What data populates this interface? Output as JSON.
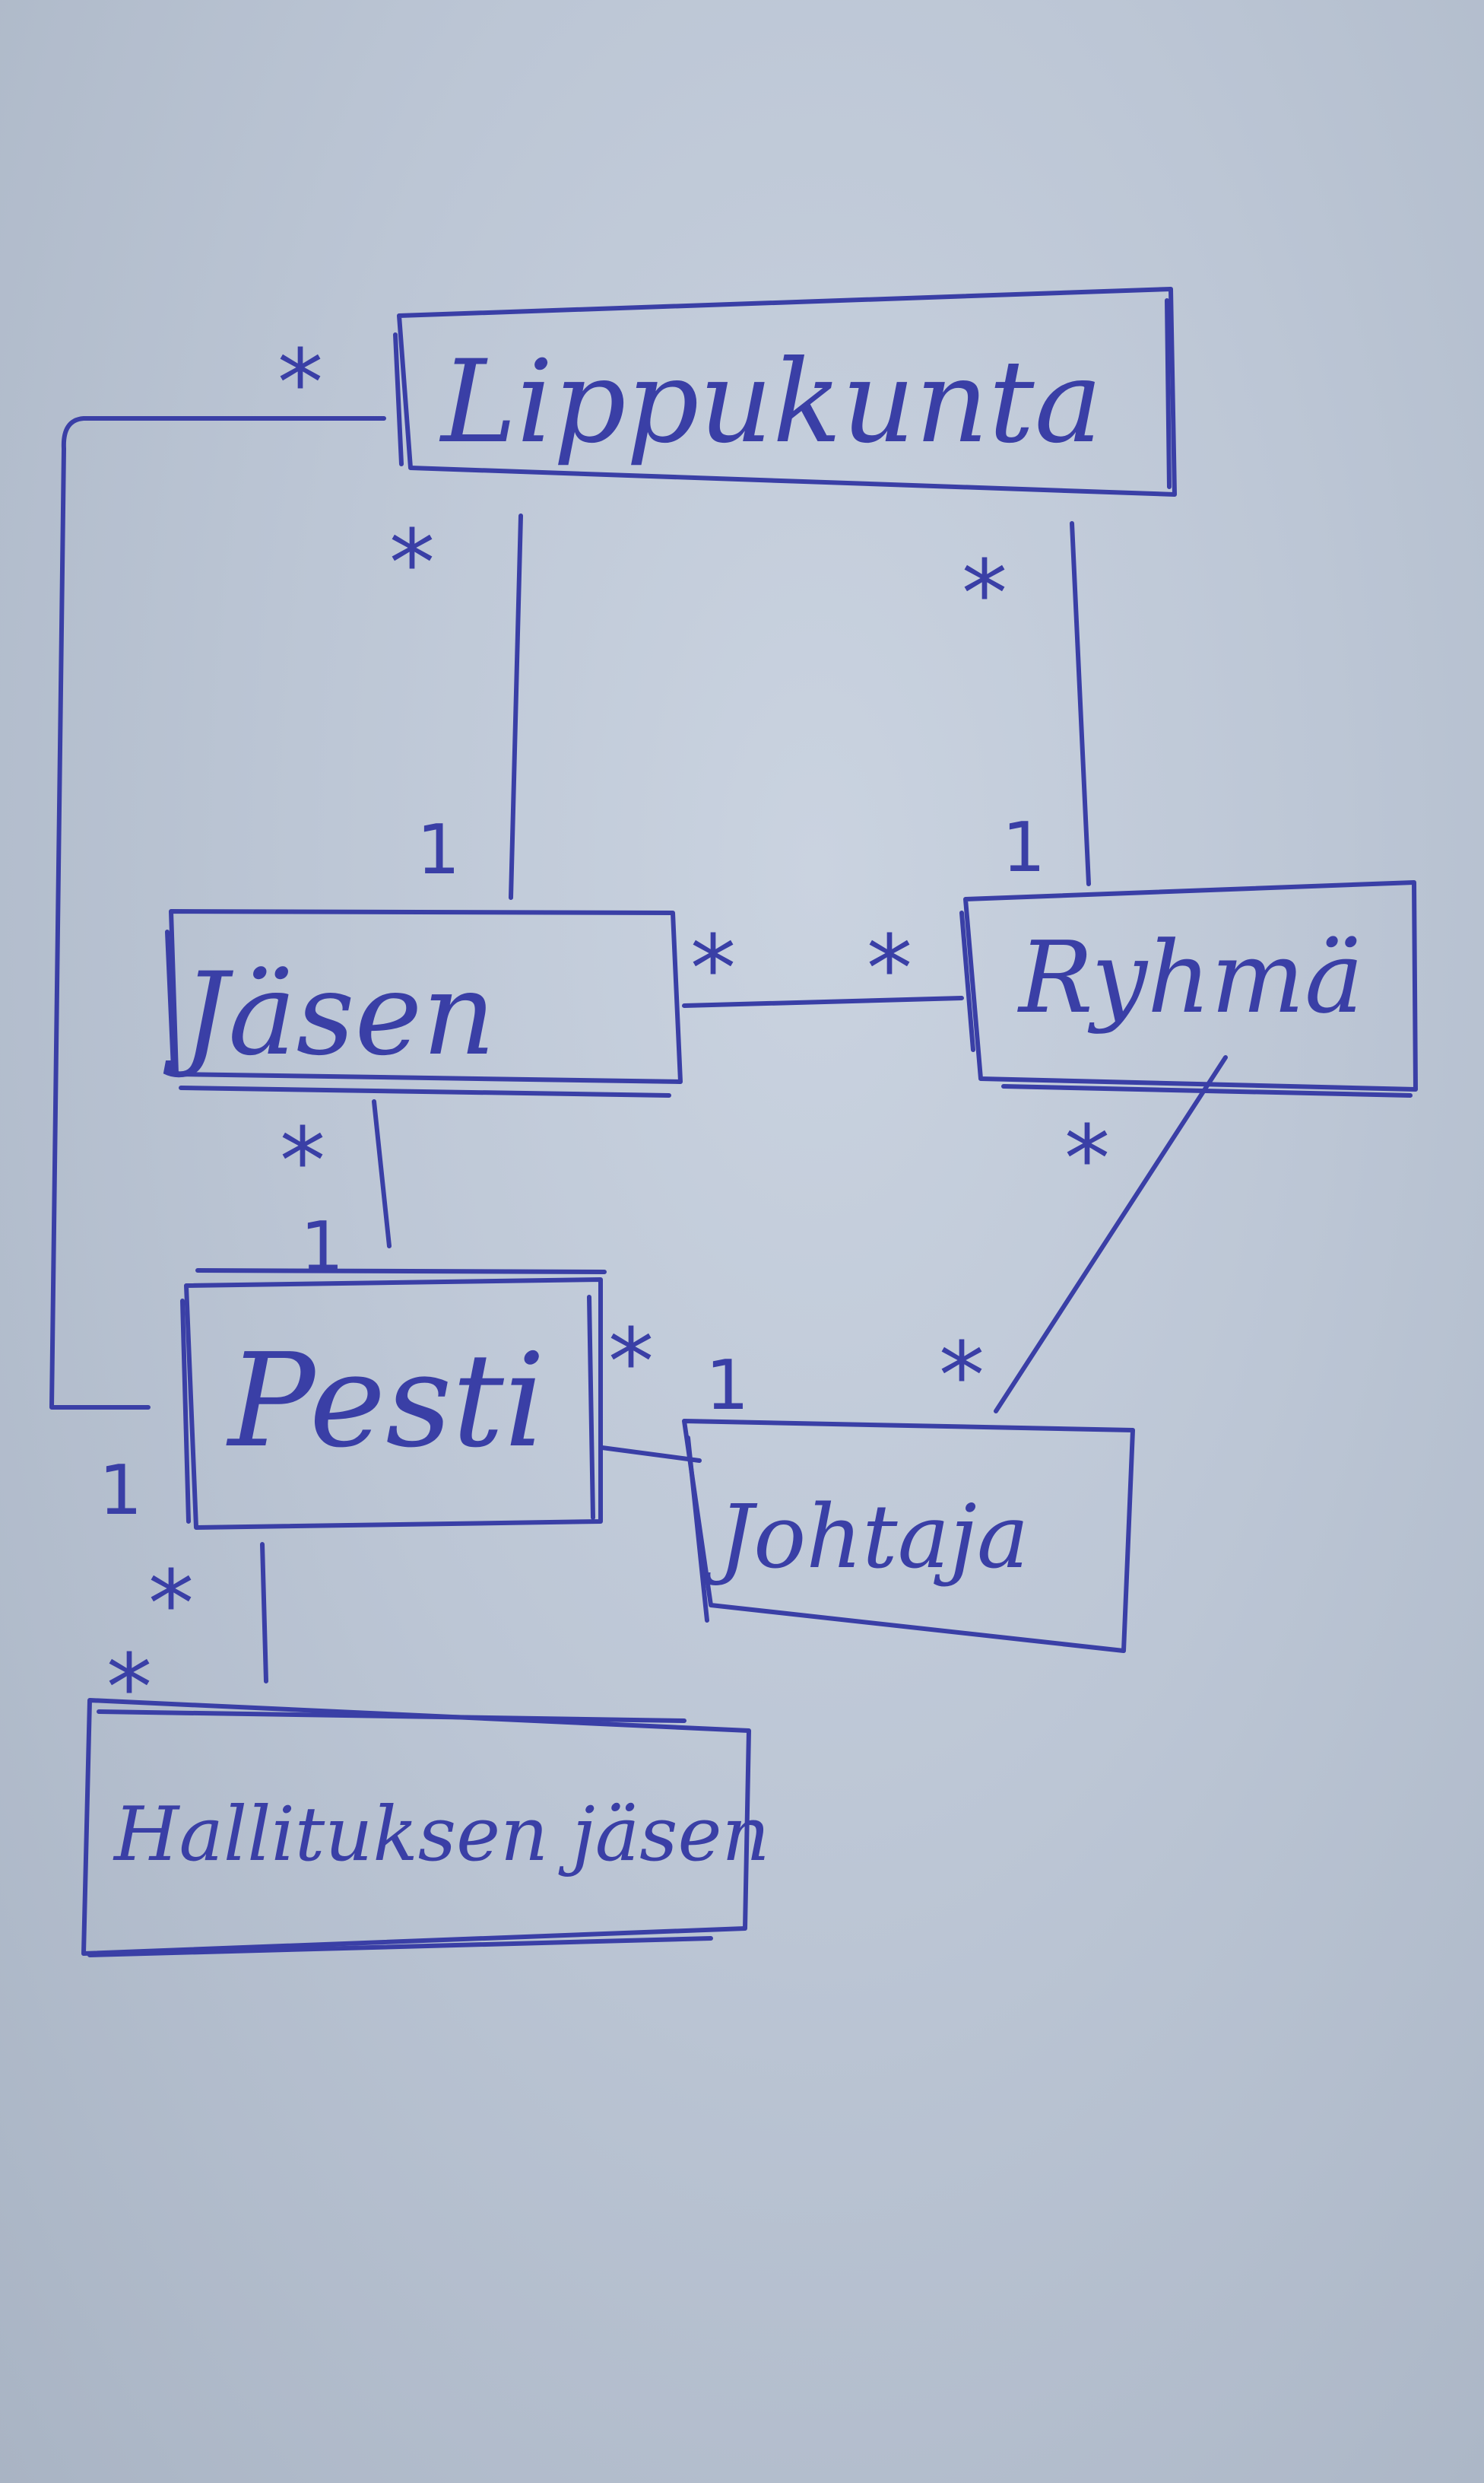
{
  "diagram": {
    "ink_color": "#3a3fa6",
    "paper_color": "#c4cddb",
    "classes": {
      "lippukunta": "Lippukunta",
      "jasen": "Jäsen",
      "ryhma": "Ryhmä",
      "pesti": "Pesti",
      "johtaja": "Johtaja",
      "hallituksen_jasen": "Hallituksen jäsen"
    },
    "associations": [
      {
        "name": "lippukunta-pesti",
        "from": "Lippukunta",
        "to": "Pesti",
        "from_mult": "*",
        "to_mult": "1"
      },
      {
        "name": "lippukunta-jasen",
        "from": "Lippukunta",
        "to": "Jäsen",
        "from_mult": "*",
        "to_mult": "1"
      },
      {
        "name": "lippukunta-ryhma",
        "from": "Lippukunta",
        "to": "Ryhmä",
        "from_mult": "*",
        "to_mult": "1"
      },
      {
        "name": "jasen-ryhma",
        "from": "Jäsen",
        "to": "Ryhmä",
        "from_mult": "*",
        "to_mult": "*"
      },
      {
        "name": "jasen-pesti",
        "from": "Jäsen",
        "to": "Pesti",
        "from_mult": "*",
        "to_mult": "1"
      },
      {
        "name": "pesti-johtaja",
        "from": "Pesti",
        "to": "Johtaja",
        "from_mult": "*",
        "to_mult": "1"
      },
      {
        "name": "ryhma-johtaja",
        "from": "Ryhmä",
        "to": "Johtaja",
        "from_mult": "*",
        "to_mult": "*"
      },
      {
        "name": "pesti-hallituksen-jasen",
        "from": "Pesti",
        "to": "Hallituksen jäsen",
        "from_mult": "*",
        "to_mult": "*"
      }
    ]
  }
}
